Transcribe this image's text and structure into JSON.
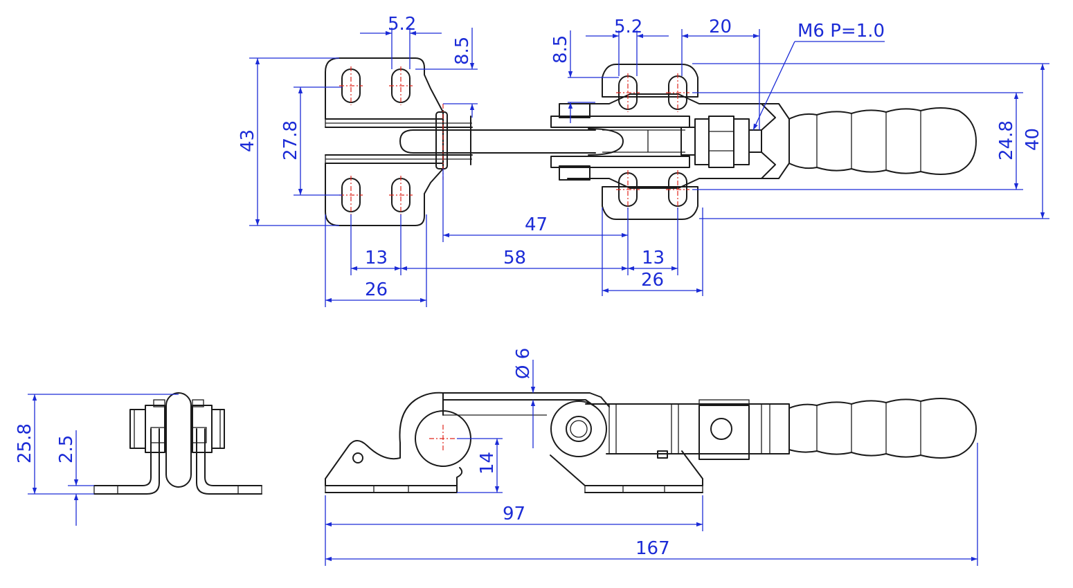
{
  "drawing": {
    "colors": {
      "part": "#1a1a1a",
      "dimension": "#1b2bd6",
      "centerline": "#e0241b",
      "background": "#ffffff"
    },
    "dimensions": {
      "top_slot_width_left": "5.2",
      "top_slot_width_right": "5.2",
      "top_offset_left": "8.5",
      "top_offset_right": "8.5",
      "top_width_20": "20",
      "thread_callout": "M6 P=1.0",
      "height_43": "43",
      "height_27_8": "27.8",
      "height_24_8": "24.8",
      "height_40": "40",
      "length_47": "47",
      "length_58": "58",
      "pitch_13_left": "13",
      "pitch_13_right": "13",
      "base_26_left": "26",
      "base_26_right": "26",
      "diameter_6": "Ø 6",
      "height_14": "14",
      "length_97": "97",
      "length_167": "167",
      "end_height_25_8": "25.8",
      "end_thickness_2_5": "2.5"
    }
  }
}
